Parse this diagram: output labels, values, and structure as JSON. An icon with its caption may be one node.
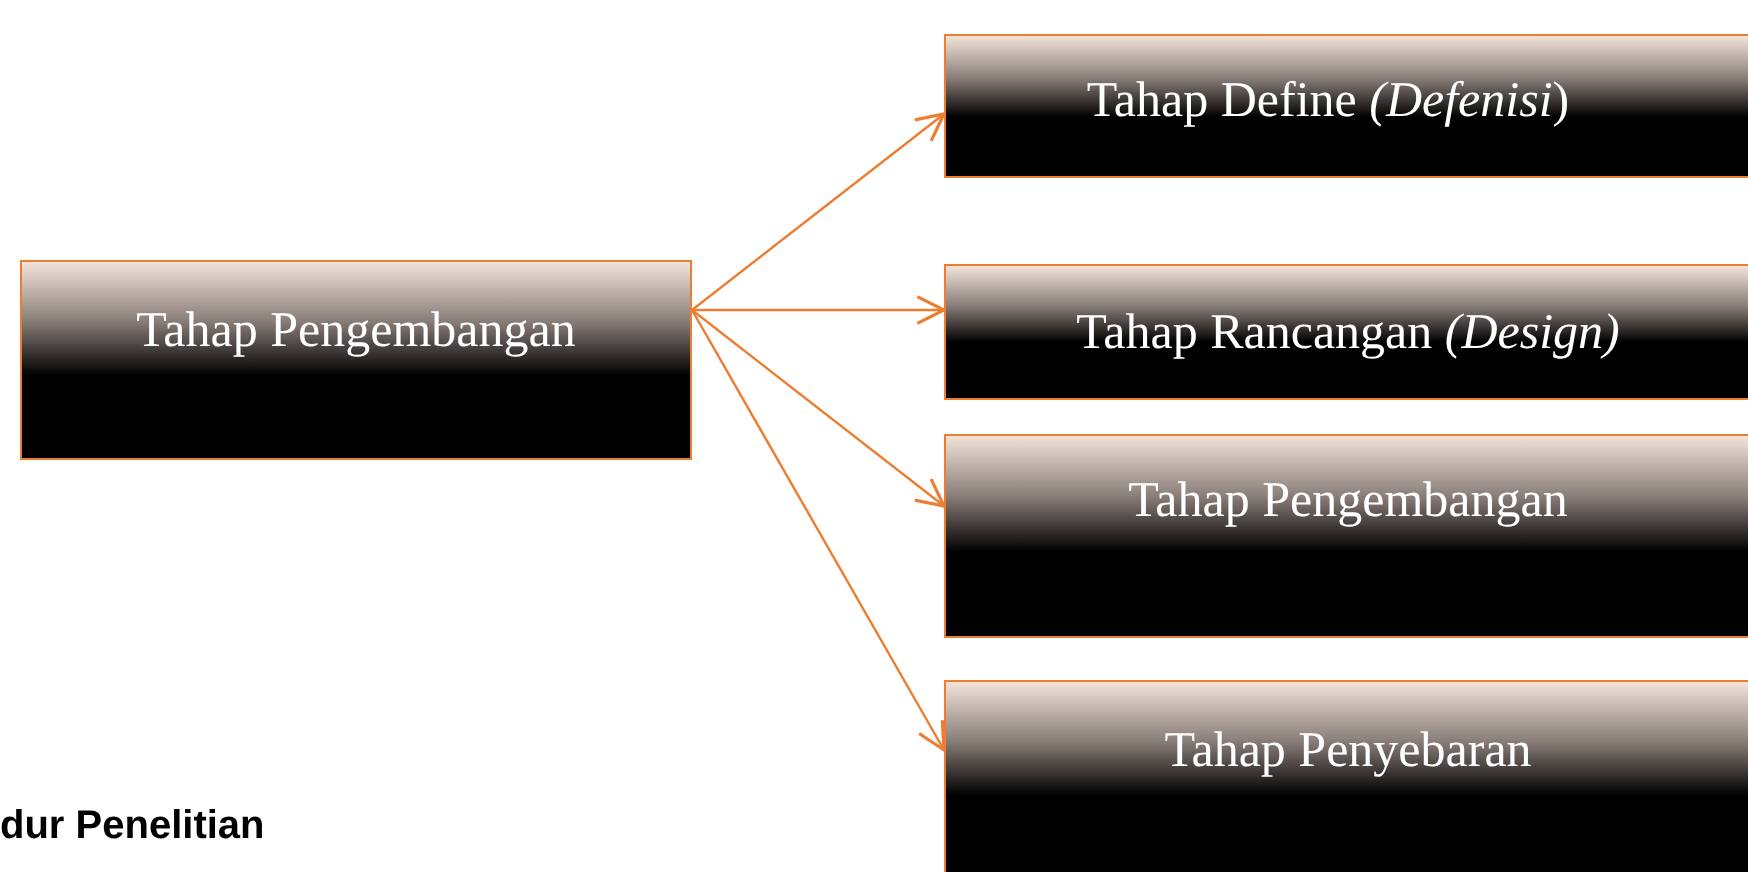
{
  "diagram": {
    "nodes": [
      {
        "text": [
          "Tahap Pengembangan"
        ]
      },
      {
        "text": [
          "Tahap Define *(Defenisi*)"
        ]
      },
      {
        "text": [
          "Tahap Rancangan *(Design)*"
        ]
      },
      {
        "text": [
          "Tahap Pengembangan"
        ]
      },
      {
        "text": [
          "Tahap Penyebaran"
        ]
      }
    ],
    "edges": [
      {
        "from": 0,
        "to": 1,
        "arrow": "to"
      },
      {
        "from": 0,
        "to": 2,
        "arrow": "to"
      },
      {
        "from": 0,
        "to": 3,
        "arrow": "to"
      },
      {
        "from": 0,
        "to": 4,
        "arrow": "to"
      }
    ],
    "labels": [
      "dur Penelitian"
    ]
  }
}
